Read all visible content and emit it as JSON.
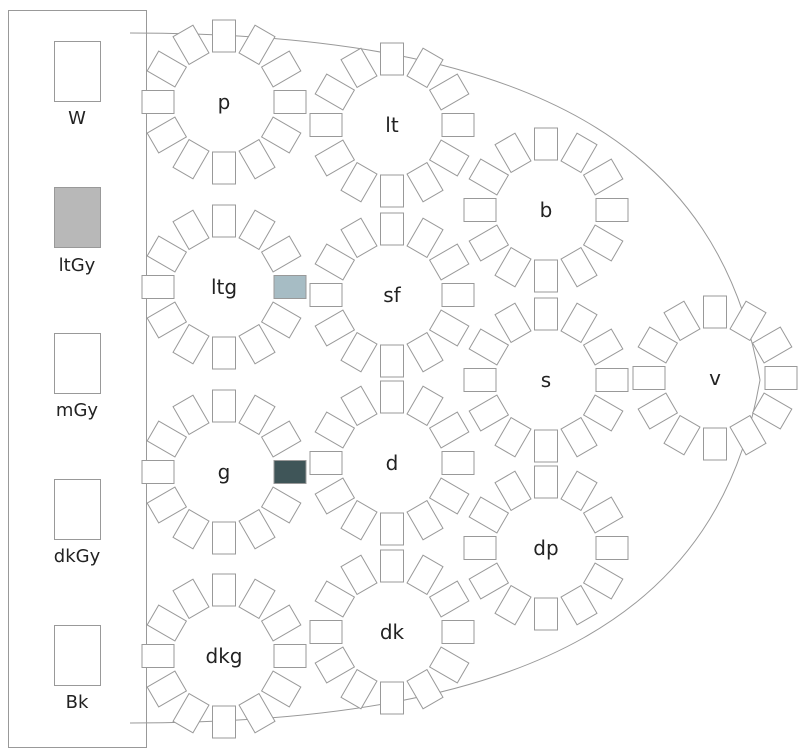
{
  "legend": {
    "items": [
      {
        "label": "W",
        "color": "#ffffff"
      },
      {
        "label": "ltGy",
        "color": "#b8b8b8"
      },
      {
        "label": "mGy",
        "color": "#ffffff"
      },
      {
        "label": "dkGy",
        "color": "#ffffff"
      },
      {
        "label": "Bk",
        "color": "#ffffff"
      }
    ]
  },
  "tables": [
    {
      "id": "p",
      "label": "p"
    },
    {
      "id": "ltg",
      "label": "ltg",
      "highlight": {
        "seat": 3,
        "color": "#a6bcc4"
      }
    },
    {
      "id": "g",
      "label": "g",
      "highlight": {
        "seat": 3,
        "color": "#3f5558"
      }
    },
    {
      "id": "dkg",
      "label": "dkg"
    },
    {
      "id": "lt",
      "label": "lt"
    },
    {
      "id": "sf",
      "label": "sf"
    },
    {
      "id": "d",
      "label": "d"
    },
    {
      "id": "dk",
      "label": "dk"
    },
    {
      "id": "b",
      "label": "b"
    },
    {
      "id": "s",
      "label": "s"
    },
    {
      "id": "dp",
      "label": "dp"
    },
    {
      "id": "v",
      "label": "v"
    }
  ],
  "colors": {
    "stroke": "#999999",
    "text": "#222222"
  }
}
